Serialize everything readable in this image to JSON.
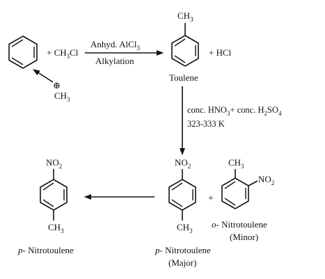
{
  "reaction1": {
    "plus_reagent": "+ CH",
    "reagent_sub": "3",
    "reagent_tail": "Cl",
    "catalyst_main": "Anhyd. AlCl",
    "catalyst_sub": "3",
    "condition": "Alkylation",
    "byproduct": "+ HCl"
  },
  "electrophile": {
    "charge": "⊕",
    "label": "CH",
    "label_sub": "3"
  },
  "toluene": {
    "methyl": "CH",
    "methyl_sub": "3",
    "name": "Toulene"
  },
  "reaction2": {
    "line1_a": "conc. HNO",
    "line1_a_sub": "3",
    "line1_b": "+ conc. H",
    "line1_b_sub": "2",
    "line1_c": "SO",
    "line1_c_sub": "4",
    "line2": "323-333 K"
  },
  "para_product": {
    "top_group": "NO",
    "top_sub": "2",
    "bottom_group": "CH",
    "bottom_sub": "3",
    "name_prefix": "p-",
    "name_rest": " Nitrotoulene",
    "note": "(Major)"
  },
  "plus_sign": "+",
  "ortho_product": {
    "methyl": "CH",
    "methyl_sub": "3",
    "nitro": "NO",
    "nitro_sub": "2",
    "name_prefix": "o-",
    "name_rest": " Nitrotoulene",
    "note": "(Minor)"
  },
  "isolated_para": {
    "top_group": "NO",
    "top_sub": "2",
    "bottom_group": "CH",
    "bottom_sub": "3",
    "name_prefix": "p-",
    "name_rest": " Nitrotoulene"
  }
}
